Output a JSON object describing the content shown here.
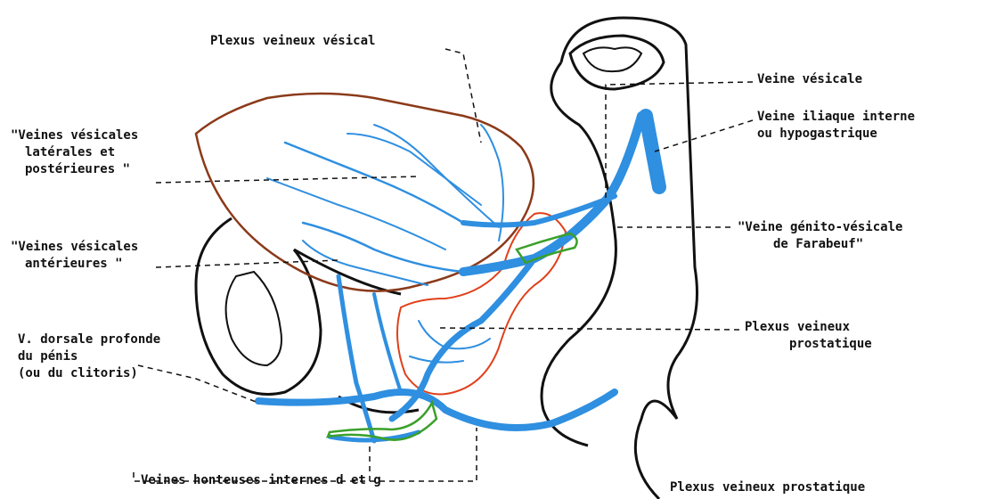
{
  "labels": {
    "plexus_vesical": "Plexus veineux vésical",
    "veines_laterales": [
      "\"Veines vésicales",
      "latérales et",
      "postérieures \""
    ],
    "veines_anterieures": [
      "\"Veines vésicales",
      "antérieures \""
    ],
    "dorsale": [
      "V. dorsale profonde",
      "du pénis",
      "(ou du clitoris)"
    ],
    "honteuses": "Veines honteuses internes d et g",
    "veine_vesicale": "Veine vésicale",
    "iliaque": [
      "Veine iliaque interne",
      "ou hypogastrique"
    ],
    "genito": [
      "\"Veine génito-vésicale",
      "de Farabeuf\""
    ],
    "plexus_prostatique_mid": [
      "Plexus veineux",
      "prostatique"
    ],
    "plexus_prostatique_bottom": "Plexus veineux prostatique"
  },
  "colors": {
    "vein": "#2f8fe0",
    "vein_dark": "#1c6fc0",
    "bladder": "#8b3a1a",
    "prostate": "#e0401a",
    "green": "#3aa02a",
    "outline": "#111111"
  }
}
